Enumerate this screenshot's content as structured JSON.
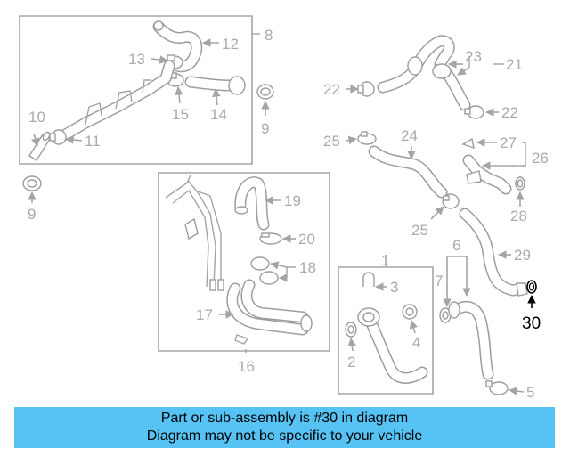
{
  "callouts": {
    "c1": "1",
    "c2": "2",
    "c3": "3",
    "c4": "4",
    "c5": "5",
    "c6": "6",
    "c7": "7",
    "c8": "8",
    "c9a": "9",
    "c9b": "9",
    "c10": "10",
    "c11": "11",
    "c12": "12",
    "c13": "13",
    "c14": "14",
    "c15": "15",
    "c16": "16",
    "c17": "17",
    "c18": "18",
    "c19": "19",
    "c20": "20",
    "c21": "21",
    "c22a": "22",
    "c22b": "22",
    "c23": "23",
    "c24": "24",
    "c25a": "25",
    "c25b": "25",
    "c26": "26",
    "c27": "27",
    "c28": "28",
    "c29": "29",
    "c30": "30"
  },
  "highlighted_part": "30",
  "banner": {
    "line1": "Part or sub-assembly is #30 in diagram",
    "line2": "Diagram may not be specific to your vehicle"
  },
  "colors": {
    "banner": "#56c3f4",
    "line_art": "#9d9d9d",
    "highlight": "#000000"
  }
}
